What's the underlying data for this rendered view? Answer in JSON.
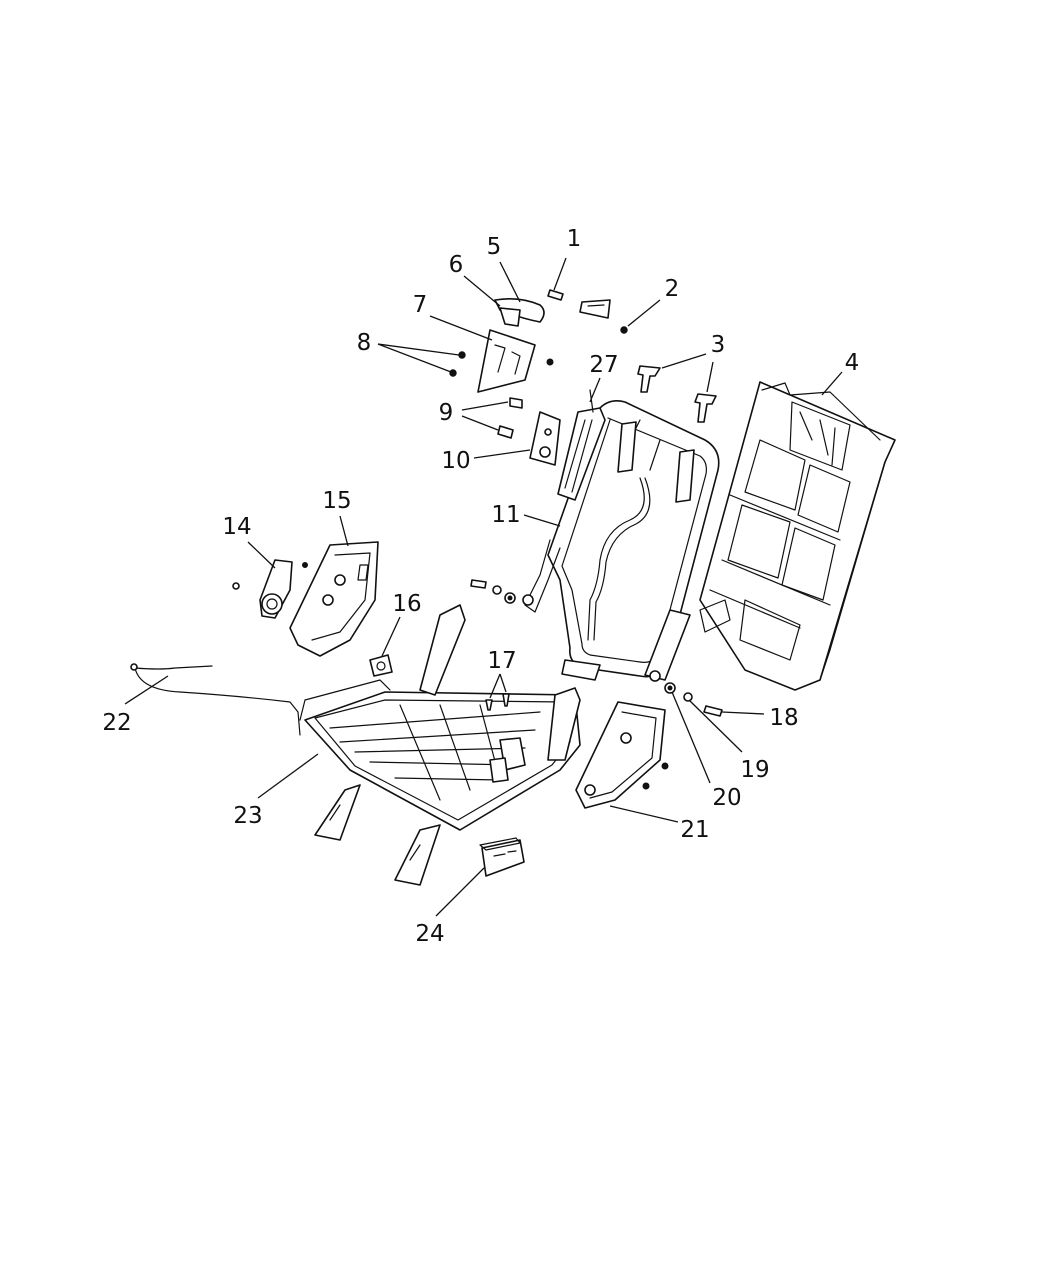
{
  "diagram": {
    "callouts": [
      "1",
      "2",
      "3",
      "4",
      "5",
      "6",
      "7",
      "8",
      "9",
      "10",
      "11",
      "14",
      "15",
      "16",
      "17",
      "18",
      "19",
      "20",
      "21",
      "22",
      "23",
      "24",
      "27"
    ],
    "line_color": "#111111",
    "background_color": "#ffffff"
  }
}
